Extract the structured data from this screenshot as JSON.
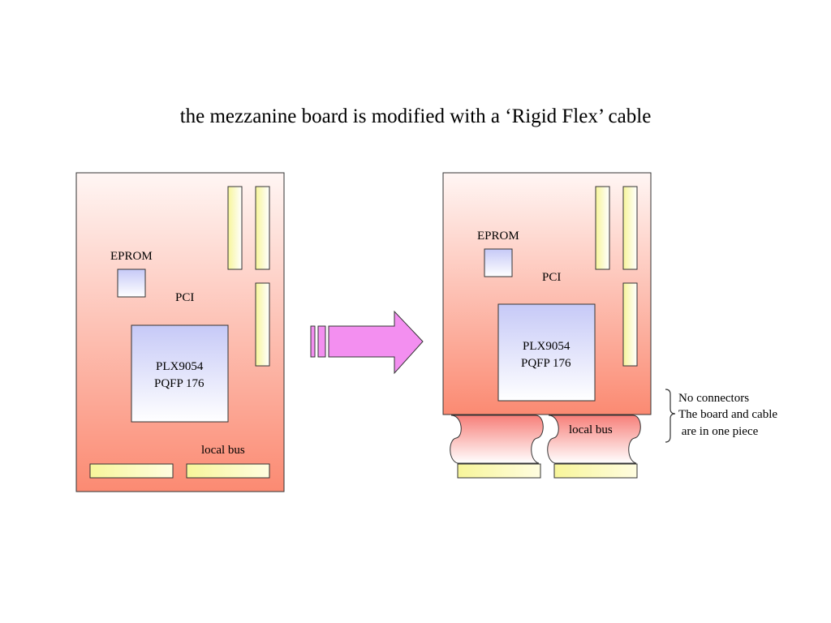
{
  "title": "the mezzanine board is modified with a ‘Rigid Flex’ cable",
  "before_board": {
    "eprom_label": "EPROM",
    "pci_label": "PCI",
    "chip_line1": "PLX9054",
    "chip_line2": "PQFP 176",
    "localbus_label": "local bus"
  },
  "after_board": {
    "eprom_label": "EPROM",
    "pci_label": "PCI",
    "chip_line1": "PLX9054",
    "chip_line2": "PQFP 176",
    "localbus_label": "local bus"
  },
  "note": {
    "line1": "No connectors",
    "line2": "The board and cable",
    "line3": " are in one piece"
  },
  "colors": {
    "board_top": "#fff6f4",
    "board_bottom": "#fb8a72",
    "chip_top": "#c6c9f7",
    "chip_bottom": "#ffffff",
    "connector_left": "#f7f59a",
    "connector_right": "#ffffff",
    "arrow": "#f38ff0",
    "flex_top": "#f77f79",
    "flex_bottom": "#ffffff"
  }
}
